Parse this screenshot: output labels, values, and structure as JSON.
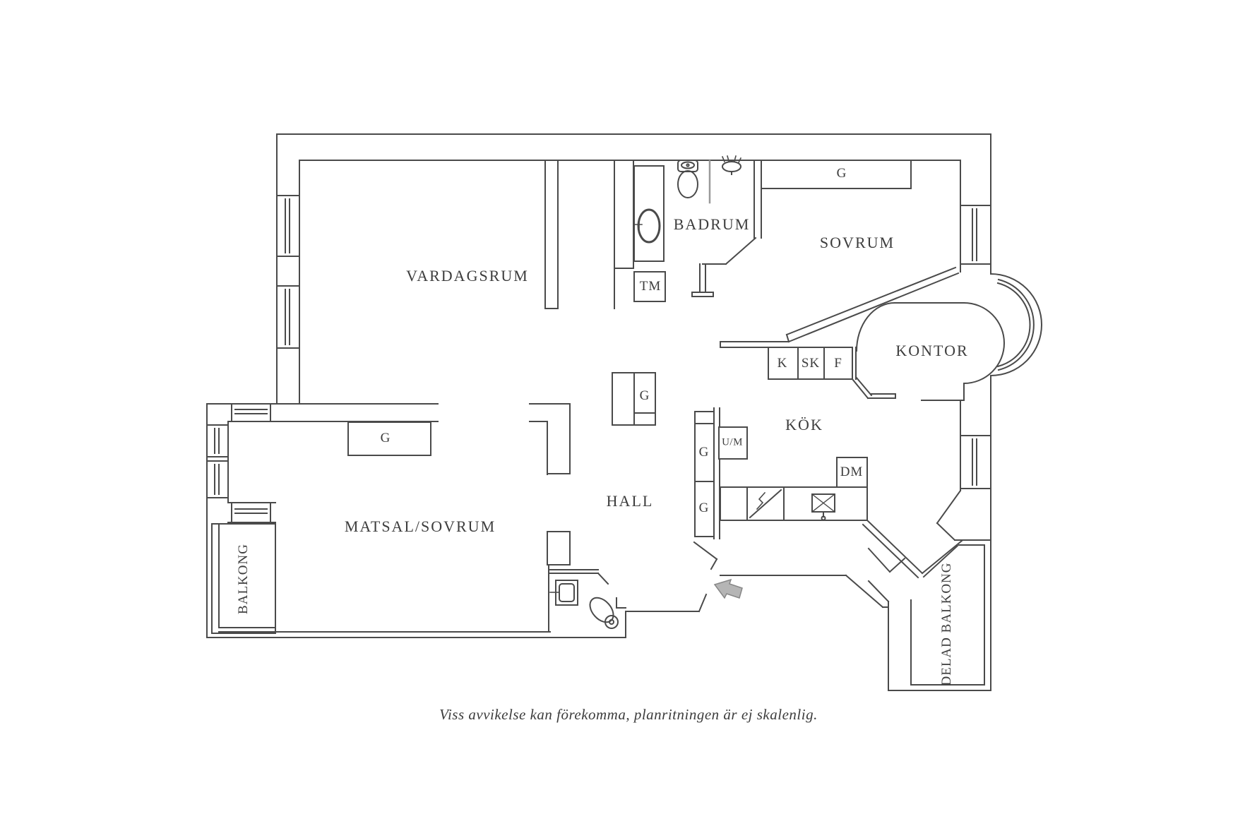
{
  "floor_plan": {
    "rooms": {
      "vardagsrum": "VARDAGSRUM",
      "badrum": "BADRUM",
      "sovrum": "SOVRUM",
      "kontor": "KONTOR",
      "kok": "KÖK",
      "hall": "HALL",
      "matsal_sovrum": "MATSAL/SOVRUM",
      "balkong": "BALKONG",
      "delad_balkong": "DELAD BALKONG"
    },
    "closets": {
      "garderob": "G",
      "tm": "TM"
    },
    "appliances": {
      "kyl": "K",
      "sk": "SK",
      "frys": "F",
      "um": "U/M",
      "dm": "DM"
    },
    "caption": "Viss avvikelse kan förekomma, planritningen är ej skalenlig.",
    "colors": {
      "line": "#4a4a4a",
      "text": "#3d3d3d",
      "arrow_fill": "#b5b5b5",
      "arrow_stroke": "#878787",
      "shower_divider": "#9a9a9a"
    }
  }
}
